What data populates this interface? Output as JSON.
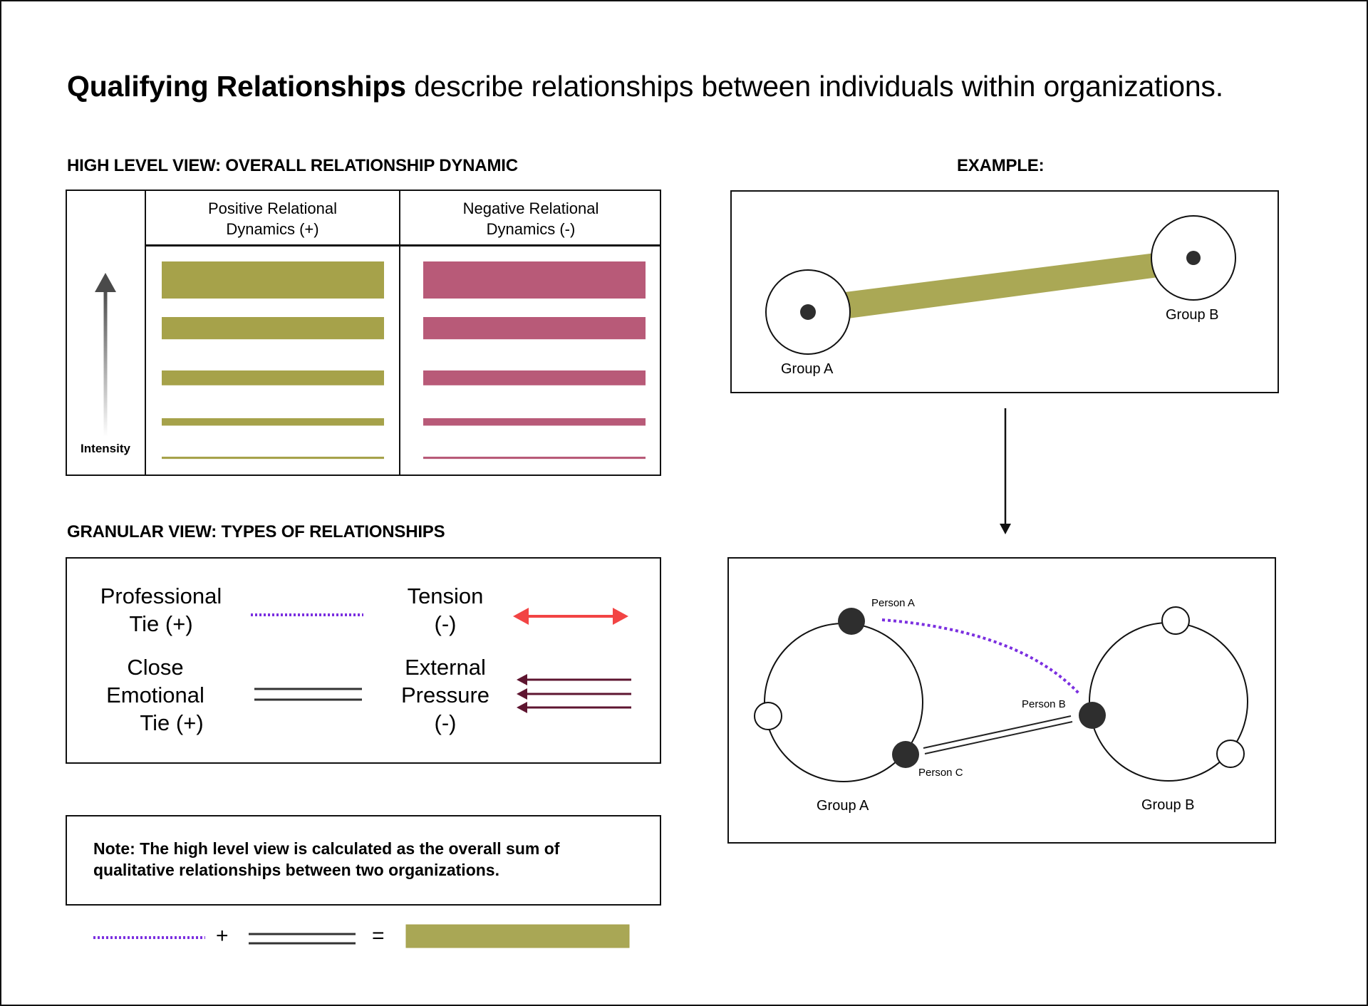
{
  "title": {
    "bold": "Qualifying Relationships",
    "rest": " describe relationships between individuals within organizations."
  },
  "high_level": {
    "heading": "HIGH LEVEL VIEW: OVERALL RELATIONSHIP DYNAMIC",
    "axis_label": "Intensity",
    "columns": [
      {
        "line1": "Positive Relational",
        "line2": "Dynamics (+)",
        "color": "#a6a24a"
      },
      {
        "line1": "Negative Relational",
        "line2": "Dynamics (-)",
        "color": "#b85a78"
      }
    ],
    "intensity_levels": [
      5,
      3,
      2,
      1,
      0.3
    ]
  },
  "granular": {
    "heading": "GRANULAR VIEW: TYPES OF RELATIONSHIPS",
    "types": [
      {
        "lines": [
          "Professional",
          "Tie (+)"
        ],
        "style": "dotted",
        "color": "#7b2fe0"
      },
      {
        "lines": [
          "Tension",
          "(-)"
        ],
        "style": "double-arrow",
        "color": "#f24444"
      },
      {
        "lines": [
          "Close",
          "Emotional",
          "Tie (+)"
        ],
        "style": "double-line",
        "color": "#333333"
      },
      {
        "lines": [
          "External",
          "Pressure",
          "(-)"
        ],
        "style": "triple-arrow-left",
        "color": "#5e1530"
      }
    ]
  },
  "note": {
    "line1": "Note: The high level view is calculated as the overall sum of",
    "line2": "qualitative relationships between two organizations."
  },
  "equation": {
    "plus": "+",
    "equals": "="
  },
  "example": {
    "heading": "EXAMPLE:",
    "top": {
      "group_a": "Group A",
      "group_b": "Group B"
    },
    "bottom": {
      "group_a": "Group A",
      "group_b": "Group B",
      "person_a": "Person A",
      "person_b": "Person B",
      "person_c": "Person C"
    }
  },
  "colors": {
    "positive": "#a6a24a",
    "negative": "#b85a78",
    "professional": "#7b2fe0",
    "tension": "#f24444",
    "pressure": "#5e1530",
    "node": "#2e2e2e"
  }
}
